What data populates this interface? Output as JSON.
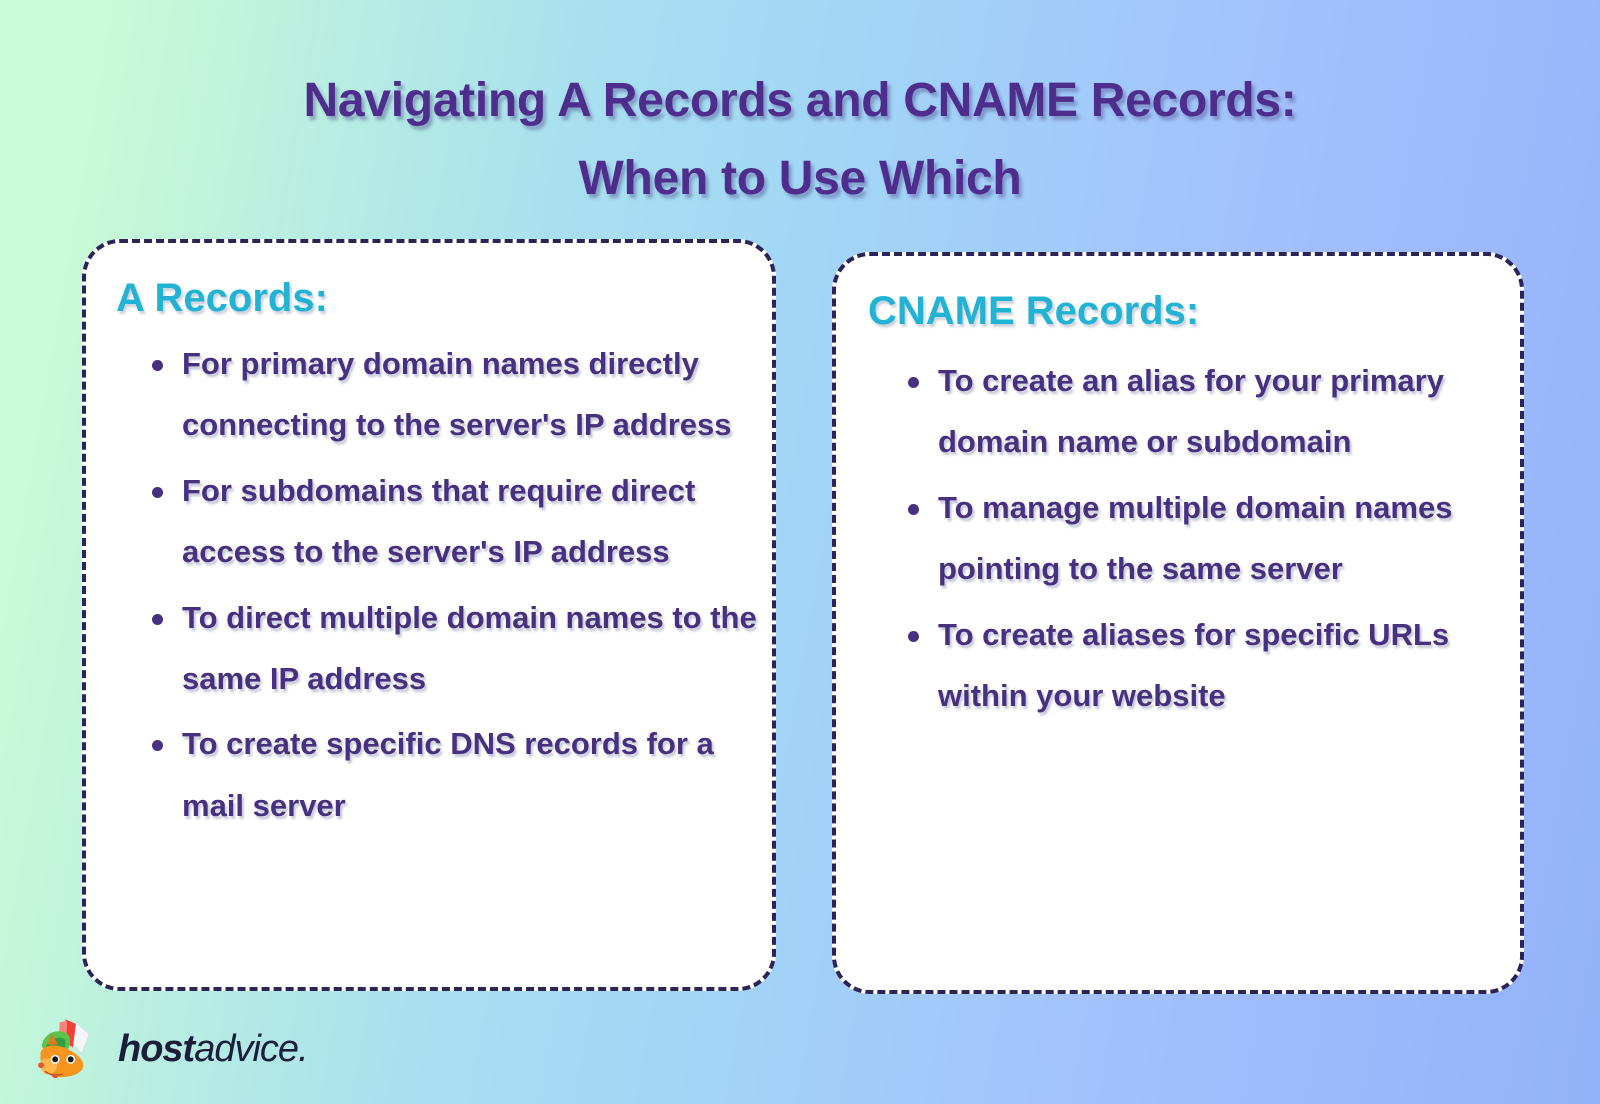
{
  "theme": {
    "bg_gradient_from": "#c9fbd6",
    "bg_gradient_mid": "#a4daf4",
    "bg_gradient_to": "#92b2f9",
    "title_color": "#4f2d8c",
    "heading_accent": "#22b3d4",
    "body_text_color": "#46307f",
    "card_border_color": "#2d2456",
    "card_bg": "#ffffff",
    "logo_text_color": "#1c1f3b"
  },
  "title": {
    "line1": "Navigating A Records and CNAME Records:",
    "line2": "When to Use Which"
  },
  "cards": [
    {
      "id": "a-records",
      "heading": "A Records:",
      "bullets": [
        "For primary domain names directly connecting to the server's IP address",
        "For subdomains that require direct access to the server's IP address",
        "To direct multiple domain names to the same IP address",
        "To create specific DNS records for a mail server"
      ]
    },
    {
      "id": "cname-records",
      "heading": "CNAME Records:",
      "bullets": [
        "To create an alias for your primary domain name or subdomain",
        "To manage multiple domain names pointing to the same server",
        "To create aliases for specific URLs within your website"
      ]
    }
  ],
  "logo": {
    "icon": "fox-mascot-icon",
    "word_bold": "host",
    "word_light": "advice."
  }
}
